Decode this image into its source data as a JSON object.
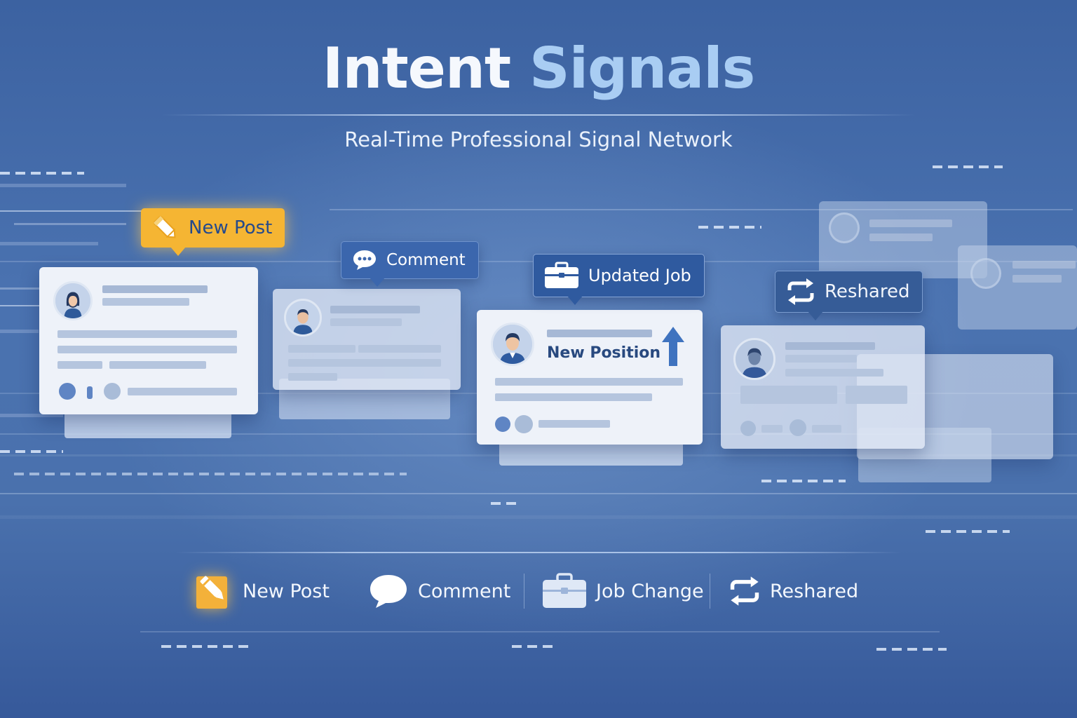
{
  "title": {
    "word1": "Intent",
    "word2": "Signals"
  },
  "subtitle": "Real-Time Professional Signal Network",
  "callouts": {
    "new_post": "New Post",
    "comment": "Comment",
    "updated_job": "Updated Job",
    "reshared": "Reshared"
  },
  "cards": {
    "job_card_label": "New Position"
  },
  "legend": [
    {
      "label": "New Post",
      "icon": "pencil-icon"
    },
    {
      "label": "Comment",
      "icon": "speech-bubble-icon"
    },
    {
      "label": "Job Change",
      "icon": "briefcase-icon"
    },
    {
      "label": "Reshared",
      "icon": "reshare-arrows-icon"
    }
  ],
  "colors": {
    "background": "#4a72b0",
    "title_accent": "#a9cdf3",
    "highlight": "#f5b533",
    "card": "#eef2f9",
    "label_text": "#28497f"
  }
}
